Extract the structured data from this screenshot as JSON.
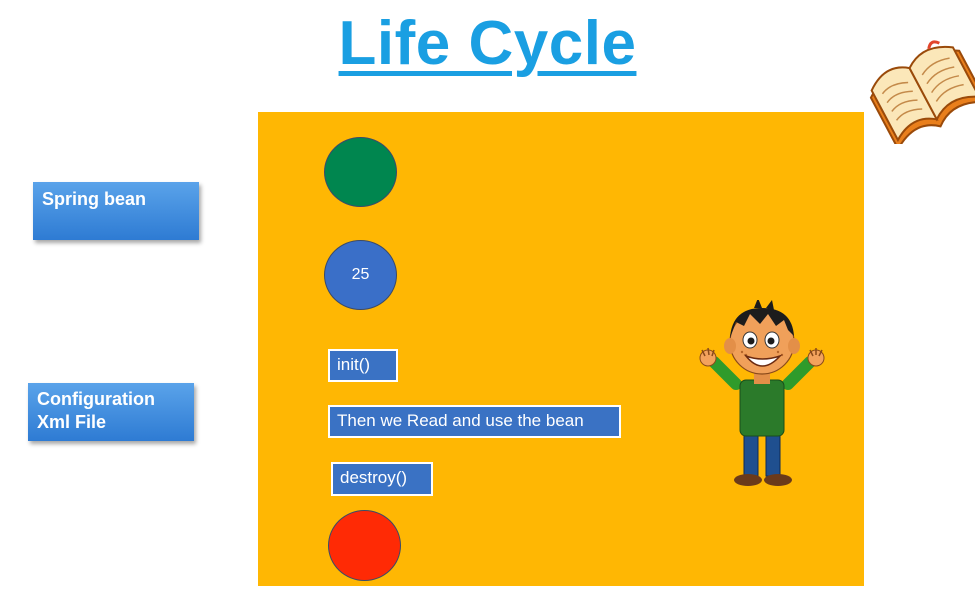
{
  "title": "Life Cycle",
  "side_labels": {
    "spring_bean": "Spring bean",
    "config_xml": "Configuration\nXml File"
  },
  "diagram": {
    "bean_value": "25",
    "steps": {
      "init": "init()",
      "read": "Then we Read and use the bean",
      "destroy": "destroy()"
    }
  },
  "colors": {
    "title": "#1a9fe2",
    "panel": "#ffb703",
    "start_circle": "#00864f",
    "value_circle": "#3a6fc8",
    "end_circle": "#ff2a05",
    "step_box": "#3a72c4",
    "side_label": "#3b86dc"
  },
  "icons": {
    "top_right": "open-book-icon",
    "character": "cheering-boy-illustration"
  }
}
